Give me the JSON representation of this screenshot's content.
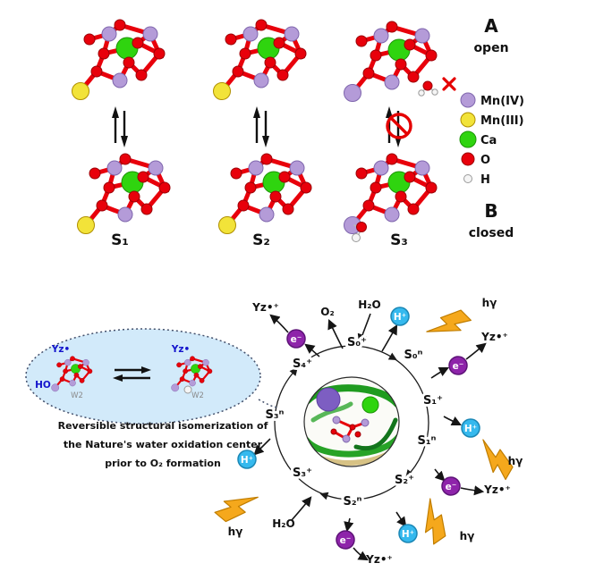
{
  "figure": {
    "panel_a": {
      "letter": "A",
      "label": "open"
    },
    "panel_b": {
      "letter": "B",
      "label": "closed"
    },
    "state_labels": [
      "S₁",
      "S₂",
      "S₃"
    ],
    "legend": {
      "items": [
        {
          "label": "Mn(IV)",
          "color": "#b49bd8"
        },
        {
          "label": "Mn(III)",
          "color": "#f2e339"
        },
        {
          "label": "Ca",
          "color": "#2fd40f"
        },
        {
          "label": "O",
          "color": "#e8000b"
        },
        {
          "label": "H",
          "color": "#f5f5f5"
        }
      ]
    },
    "cycle": {
      "states": [
        "S₀⁺",
        "S₀ⁿ",
        "S₁⁺",
        "S₁ⁿ",
        "S₂⁺",
        "S₂ⁿ",
        "S₃⁺",
        "S₃ⁿ",
        "S₄⁺"
      ],
      "oxygen": "O₂",
      "water": "H₂O",
      "photon": "hγ",
      "electron": "e⁻",
      "proton": "H⁺",
      "tyrosine": "Yz•⁺"
    },
    "inset": {
      "yz": "Yz•",
      "ho": "HO",
      "w2": "W2",
      "caption_line1": "Reversible structural isomerization of",
      "caption_line2": "the Nature's water oxidation center",
      "caption_line3": "prior to O₂ formation"
    }
  }
}
